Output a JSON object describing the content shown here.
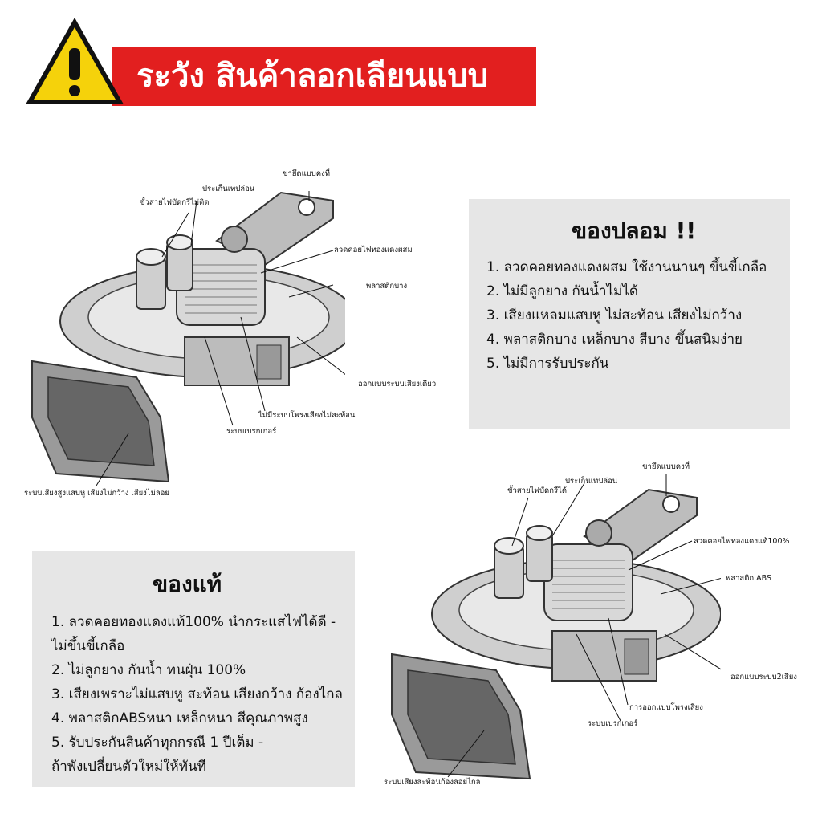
{
  "banner": {
    "text": "ระวัง สินค้าลอกเลียนแบบ",
    "color": "#e21f1f",
    "icon": "warning-triangle-icon"
  },
  "fake": {
    "title": "ของปลอม !!",
    "items": [
      "1. ลวดคอยทองแดงผสม ใช้งานนานๆ ขึ้นขี้เกลือ",
      "2. ไม่มีลูกยาง กันน้ำไม่ได้",
      "3. เสียงแหลมแสบหู ไม่สะท้อน เสียงไม่กว้าง",
      "4. พลาสติกบาง เหล็กบาง สีบาง ขึ้นสนิมง่าย",
      "5. ไม่มีการรับประกัน"
    ],
    "diagram": {
      "labels": {
        "bracket": "ขายึดแบบคงที่",
        "gasket": "ประเก็นเทปล่อน",
        "terminal": "ขั้วสายไฟบัดกรีไม่ติด",
        "coil": "ลวดคอยไฟทองแดงผสม",
        "plastic": "พลาสติกบาง",
        "single_sound": "ออกแบบระบบเสียงเดียว",
        "no_chamber": "ไม่มีระบบโพรงเสียงไม่สะท้อน",
        "brake": "ระบบเบรกเกอร์",
        "sound": "ระบบเสียงสูงแสบหู เสียงไม่กว้าง เสียงไม่ลอย"
      }
    }
  },
  "real": {
    "title": "ของแท้",
    "items": [
      "1. ลวดคอยทองแดงแท้100% นำกระแสไฟได้ดี -",
      "ไม่ขึ้นขี้เกลือ",
      "2. ไม่ลูกยาง กันน้ำ ทนฝุ่น 100%",
      "3. เสียงเพราะไม่แสบหู สะท้อน เสียงกว้าง ก้องไกล",
      "4. พลาสติกABSหนา เหล็กหนา สีคุณภาพสูง",
      "5. รับประกันสินค้าทุกกรณี 1 ปีเต็ม -",
      "ถ้าพังเปลี่ยนตัวใหม่ให้ทันที"
    ],
    "diagram": {
      "labels": {
        "bracket": "ขายึดแบบคงที่",
        "gasket": "ประเก็นเทปล่อน",
        "terminal": "ขั้วสายไฟบัดกรีได้",
        "coil": "ลวดคอยไฟทองแดงแท้100%",
        "plastic": "พลาสติก ABS",
        "dual_sound": "ออกแบบระบบ2เสียง",
        "chamber": "การออกแบบโพรงเสียง",
        "brake": "ระบบเบรกเกอร์",
        "sound": "ระบบเสียงสะท้อนก้องลอยไกล"
      }
    }
  }
}
